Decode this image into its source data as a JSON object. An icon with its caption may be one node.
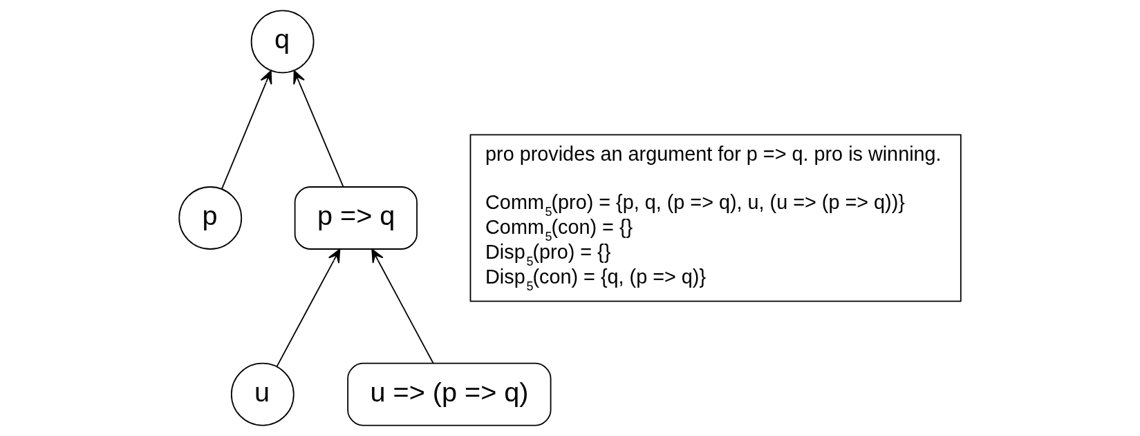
{
  "diagram": {
    "nodes": [
      {
        "text": [
          "q"
        ]
      },
      {
        "text": [
          "p"
        ]
      },
      {
        "text": [
          "p => q"
        ]
      },
      {
        "text": [
          "u"
        ]
      },
      {
        "text": [
          "u => (p => q)"
        ]
      },
      {
        "text": [
          "pro provides an argument for p => q. pro is winning.",
          "Comm$_{5}$(pro) = {p, q, (p => q), u, (u => (p => q))}",
          "Comm$_{5}$(con) = {}",
          "Disp$_{5}$(pro) = {}",
          "Disp$_{5}$(con) = {q, (p => q)}"
        ]
      }
    ],
    "edges": [
      {
        "from": 1,
        "to": 0,
        "arrow": "to"
      },
      {
        "from": 2,
        "to": 0,
        "arrow": "to"
      },
      {
        "from": 3,
        "to": 2,
        "arrow": "to"
      },
      {
        "from": 4,
        "to": 2,
        "arrow": "to"
      }
    ]
  }
}
